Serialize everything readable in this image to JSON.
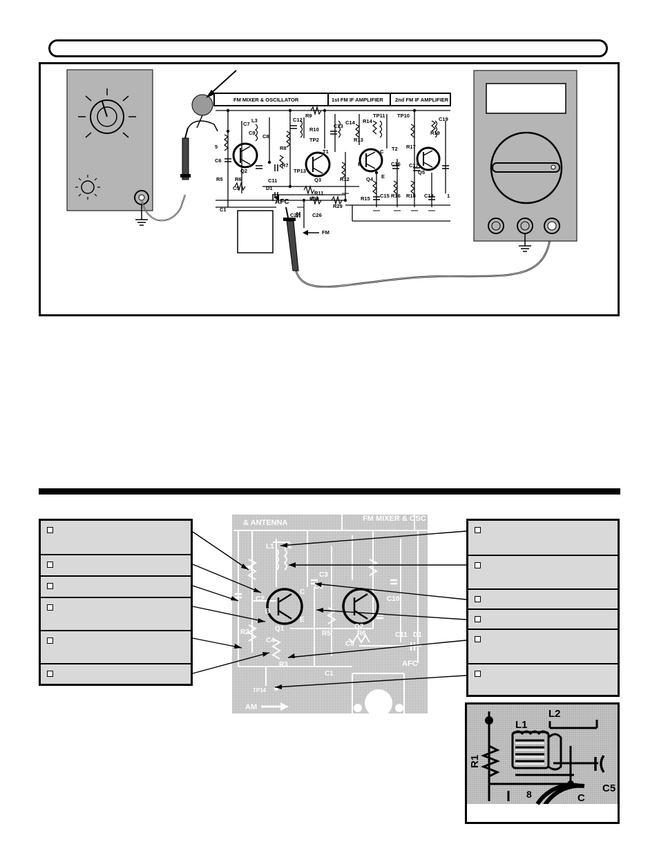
{
  "figure_top": {
    "schematic_headers": [
      "FM MIXER & OSCILLATOR",
      "1st FM IF AMPLIFIER",
      "2nd FM IF AMPLIFIER"
    ],
    "component_labels": [
      "C7",
      "L3",
      "C8",
      "R8",
      "C12",
      "R9",
      "R10",
      "TP2",
      "C13",
      "C14",
      "R13",
      "T1",
      "R14",
      "TP11",
      "TP10",
      "R17",
      "R19",
      "C19",
      "C6",
      "C9",
      "Q2",
      "Q3",
      "TP13",
      "R12",
      "B",
      "C",
      "E",
      "Q4",
      "T2",
      "C16",
      "C17",
      "Q5",
      "R6",
      "R5",
      "C5",
      "D1",
      "C11",
      "R11",
      "R7",
      "R15",
      "C15",
      "R16",
      "R18",
      "C18",
      "C1",
      "AFC",
      "R30",
      "R29",
      "C27",
      "C26",
      "FM",
      "5",
      "1"
    ]
  },
  "figure_bottom": {
    "schematic_headers": [
      "& ANTENNA",
      "FM MIXER & OSC"
    ],
    "component_labels": [
      "R1",
      "L1",
      "L2",
      "C2",
      "C3",
      "C4",
      "C5",
      "B",
      "C",
      "E",
      "Q1",
      "Q2",
      "R2",
      "R3",
      "R5",
      "R6",
      "C9",
      "C10",
      "C11",
      "D1",
      "C1",
      "AFC",
      "TP14",
      "AM"
    ],
    "inset_labels": [
      "L1",
      "L2",
      "R1",
      "C5",
      "C"
    ]
  },
  "colors": {
    "meter_gray": "#b5b5b5",
    "box_gray": "#d9d9d9",
    "photo_gray": "#c8c8c8"
  }
}
